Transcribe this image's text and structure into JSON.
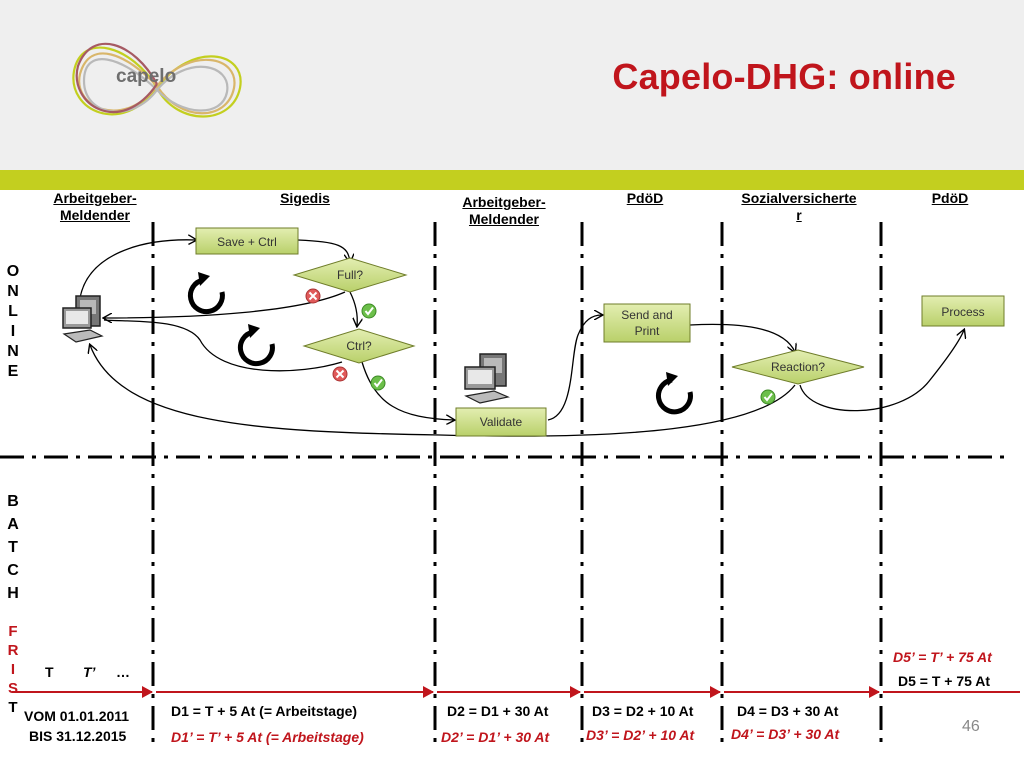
{
  "logo": {
    "text": "capelo"
  },
  "title": "Capelo-DHG: online",
  "lanes": [
    "Arbeitgeber-\nMeldender",
    "Sigedis",
    "Arbeitgeber-\nMeldender",
    "PdöD",
    "Sozialversicherte\nr",
    "PdöD"
  ],
  "side_labels": {
    "online": [
      "O",
      "N",
      "L",
      "I",
      "N",
      "E"
    ],
    "batch": [
      "B",
      "A",
      "T",
      "C",
      "H"
    ],
    "frist": [
      "F",
      "R",
      "I",
      "S",
      "T"
    ]
  },
  "process": {
    "save_ctrl": "Save + Ctrl",
    "full": "Full?",
    "ctrl": "Ctrl?",
    "validate": "Validate",
    "send_print_1": "Send and",
    "send_print_2": "Print",
    "reaction": "Reaction?",
    "process": "Process"
  },
  "timeline": {
    "t": "T",
    "t_prime": "T’",
    "ellipsis": "…",
    "vom": "VOM 01.01.2011",
    "bis": "BIS 31.12.2015",
    "d1": "D1 = T + 5 At (= Arbeitstage)",
    "d1p": "D1’ = T’ + 5 At (= Arbeitstage)",
    "d2": "D2 = D1 + 30 At",
    "d2p": "D2’ = D1’ + 30 At",
    "d3": "D3 = D2 + 10 At",
    "d3p": "D3’ = D2’ + 10 At",
    "d4": "D4 = D3 + 30 At",
    "d4p": "D4’ = D3’ + 30 At",
    "d5p": "D5’ = T’ + 75 At",
    "d5": "D5 = T + 75 At"
  },
  "page_number": "46",
  "colors": {
    "accent_red": "#c0151c",
    "band_green": "#c3cf1f",
    "shape_green": "#cfe08a"
  }
}
